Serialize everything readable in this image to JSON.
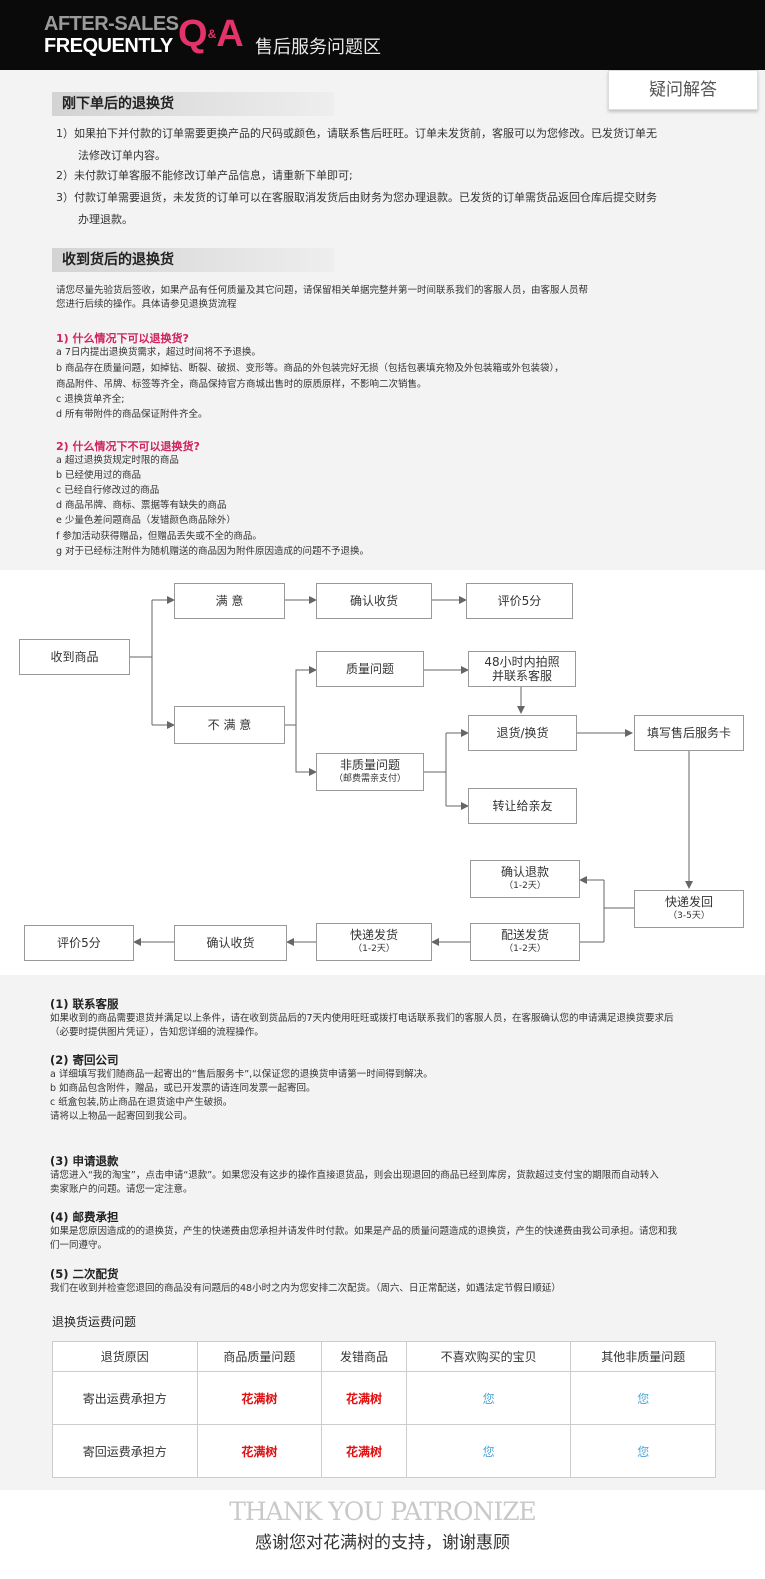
{
  "header": {
    "en_line1": "AFTER-SALES",
    "en_line2": "FREQUENTLY",
    "qa_q": "Q",
    "qa_amp": "&",
    "qa_a": "A",
    "cn_title": "售后服务问题区",
    "tab_label": "疑问解答"
  },
  "section1": {
    "title": "刚下单后的退换货",
    "items": [
      "1）如果拍下并付款的订单需要更换产品的尺码或颜色，请联系售后旺旺。订单未发货前，客服可以为您修改。已发货订单无",
      "法修改订单内容。",
      "2）未付款订单客服不能修改订单产品信息，请重新下单即可;",
      "3）付款订单需要退货，未发货的订单可以在客服取消发货后由财务为您办理退款。已发货的订单需货品返回仓库后提交财务",
      "办理退款。"
    ]
  },
  "section2": {
    "title": "收到货后的退换货",
    "intro1": "请您尽量先验货后签收，如果产品有任何质量及其它问题，请保留相关单据完整并第一时间联系我们的客服人员，由客服人员帮",
    "intro2": "您进行后续的操作。具体请参见退换货流程",
    "can_title": "1) 什么情况下可以退换货?",
    "can_items": [
      "a  7日内提出退换货需求，超过时间将不予退换。",
      "b  商品存在质量问题，如掉钻、断裂、破损、变形等。商品的外包装完好无损（包括包裹填充物及外包装箱或外包装袋），",
      "    商品附件、吊牌、标签等齐全，商品保持官方商城出售时的原质原样，不影响二次销售。",
      "c  退换货单齐全;",
      "d  所有带附件的商品保证附件齐全。"
    ],
    "cannot_title": "2) 什么情况下不可以退换货?",
    "cannot_items": [
      "a  超过退换货规定时限的商品",
      "b  已经使用过的商品",
      "c  已经自行修改过的商品",
      "d  商品吊牌、商标、票据等有缺失的商品",
      "e  少量色差问题商品（发错颜色商品除外）",
      "f   参加活动获得赠品，但赠品丢失或不全的商品。",
      "g  对于已经标注附件为随机赠送的商品因为附件原因造成的问题不予退换。"
    ]
  },
  "flow": {
    "receive": "收到商品",
    "satisfied": "满      意",
    "confirm1": "确认收货",
    "review1": "评价5分",
    "unsatisfied": "不 满 意",
    "quality": "质量问题",
    "photo1": "48小时内拍照",
    "photo2": "并联系客服",
    "nonquality": "非质量问题",
    "nonquality_sub": "（邮费需亲支付）",
    "return_exchange": "退货/换货",
    "fill_card": "填写售后服务卡",
    "transfer": "转让给亲友",
    "confirm_refund": "确认退款",
    "confirm_refund_sub": "（1-2天）",
    "express_back": "快递发回",
    "express_back_sub": "（3-5天）",
    "review2": "评价5分",
    "confirm2": "确认收货",
    "express_send": "快递发货",
    "express_send_sub": "（1-2天）",
    "dispatch": "配送发货",
    "dispatch_sub": "（1-2天）"
  },
  "notes": [
    {
      "title": "(1) 联系客服",
      "lines": [
        "如果收到的商品需要退货并满足以上条件，请在收到货品后的7天内使用旺旺或拨打电话联系我们的客服人员，在客服确认您的申请满足退换货要求后",
        "（必要时提供图片凭证），告知您详细的流程操作。"
      ]
    },
    {
      "title": "(2) 寄回公司",
      "lines": [
        "a  详细填写我们随商品一起寄出的“售后服务卡”,以保证您的退换货申请第一时间得到解决。",
        "b  如商品包含附件，赠品，或已开发票的请连同发票一起寄回。",
        "c  纸盒包装,防止商品在退货途中产生破损。",
        "    请将以上物品一起寄回到我公司。"
      ]
    },
    {
      "title": "(3) 申请退款",
      "lines": [
        "请您进入“我的淘宝”，点击申请“退款”。如果您没有这步的操作直接退货品，则会出现退回的商品已经到库房，货款超过支付宝的期限而自动转入",
        "卖家账户的问题。请您一定注意。"
      ]
    },
    {
      "title": "(4) 邮费承担",
      "lines": [
        "如果是您原因造成的的退换货，产生的快递费由您承担并请发件时付款。如果是产品的质量问题造成的退换货，产生的快递费由我公司承担。请您和我",
        "们一同遵守。"
      ]
    },
    {
      "title": "(5) 二次配货",
      "lines": [
        "我们在收到并检查您退回的商品没有问题后的48小时之内为您安排二次配货。（周六、日正常配送，如遇法定节假日顺延）"
      ]
    }
  ],
  "fee_table": {
    "title": "退换货运费问题",
    "headers": [
      "退货原因",
      "商品质量问题",
      "发错商品",
      "不喜欢购买的宝贝",
      "其他非质量问题"
    ],
    "rows": [
      [
        "寄出运费承担方",
        "花满树",
        "花满树",
        "您",
        "您"
      ],
      [
        "寄回运费承担方",
        "花满树",
        "花满树",
        "您",
        "您"
      ]
    ]
  },
  "footer": {
    "thanks_en": "THANK YOU PATRONIZE",
    "thanks_cn": "感谢您对花满树的支持，谢谢惠顾"
  }
}
